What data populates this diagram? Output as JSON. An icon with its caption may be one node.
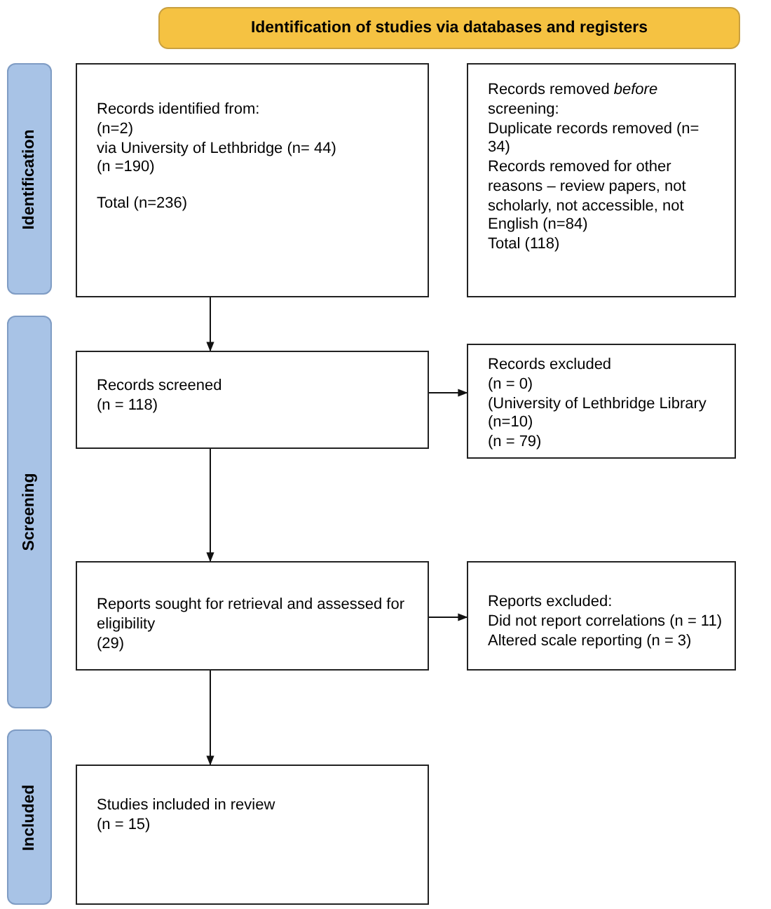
{
  "diagram": {
    "nodes": [
      {
        "text": [
          "Identification of studies via databases and registers"
        ]
      },
      {
        "text": [
          "Identification"
        ]
      },
      {
        "text": [
          "Screening"
        ]
      },
      {
        "text": [
          "Included"
        ]
      },
      {
        "text": [
          "Records identified from:",
          "(n=2)",
          "via University of Lethbridge (n= 44)",
          "(n =190)",
          "Total (n=236)"
        ]
      },
      {
        "text": [
          "Records removed *before* screening:",
          "Duplicate records removed (n= 34)",
          "Records removed for other reasons – review papers, not scholarly, not accessible, not English (n=84)",
          "Total (118)"
        ]
      },
      {
        "text": [
          "Records screened",
          "(n = 118)"
        ]
      },
      {
        "text": [
          "Records excluded",
          "(n = 0)",
          "(University of Lethbridge Library (n=10)",
          "(n = 79)"
        ]
      },
      {
        "text": [
          "Reports sought for retrieval and assessed for eligibility",
          "(29)"
        ]
      },
      {
        "text": [
          "Reports excluded:",
          "Did not report correlations (n = 11)",
          "Altered scale reporting (n = 3)"
        ]
      },
      {
        "text": [
          "Studies included in review",
          "(n = 15)"
        ]
      }
    ],
    "edges": [
      {
        "from": 4,
        "to": 6,
        "arrow": "to"
      },
      {
        "from": 6,
        "to": 7,
        "arrow": "to"
      },
      {
        "from": 6,
        "to": 8,
        "arrow": "to"
      },
      {
        "from": 8,
        "to": 9,
        "arrow": "to"
      },
      {
        "from": 8,
        "to": 10,
        "arrow": "to"
      }
    ]
  }
}
